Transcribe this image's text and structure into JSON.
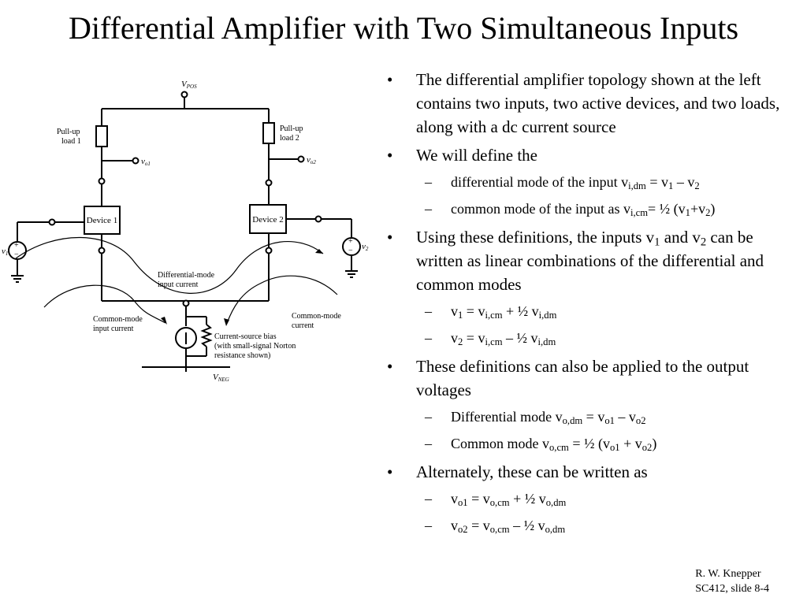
{
  "slide": {
    "title": "Differential Amplifier with Two Simultaneous Inputs",
    "footer": {
      "line1": "R. W. Knepper",
      "line2": "SC412, slide 8-4"
    }
  },
  "bullets": {
    "b1": "The differential amplifier topology shown at the left contains two inputs, two active devices, and two loads, along with a dc current source",
    "b2": "We will define the",
    "b2s1": {
      "pre": "differential mode of the input v",
      "s1": "i,dm",
      "mid": " = v",
      "s2": "1",
      "mid2": " – v",
      "s3": "2"
    },
    "b2s2": {
      "pre": "common mode of the input as v",
      "s1": "i,cm",
      "mid": "=  ½ (v",
      "s2": "1",
      "mid2": "+v",
      "s3": "2",
      "post": ")"
    },
    "b3": {
      "pre": "Using these definitions, the inputs v",
      "s1": "1",
      "mid": " and v",
      "s2": "2",
      "post": " can be written as linear combinations of the differential and common modes"
    },
    "b3s1": {
      "pre": "v",
      "s1": "1",
      "mid": " = v",
      "s2": "i,cm",
      "mid2": " + ½ v",
      "s3": "i,dm"
    },
    "b3s2": {
      "pre": "v",
      "s1": "2",
      "mid": " = v",
      "s2": "i,cm",
      "mid2": " – ½ v",
      "s3": "i,dm"
    },
    "b4": "These definitions can also be applied to the output voltages",
    "b4s1": {
      "pre": "Differential mode v",
      "s1": "o,dm",
      "mid": " = v",
      "s2": "o1",
      "mid2": " – v",
      "s3": "o2"
    },
    "b4s2": {
      "pre": "Common mode v",
      "s1": "o,cm",
      "mid": " = ½ (v",
      "s2": "o1",
      "mid2": " + v",
      "s3": "o2",
      "post": ")"
    },
    "b5": "Alternately, these can be written as",
    "b5s1": {
      "pre": "v",
      "s1": "o1",
      "mid": " = v",
      "s2": "o,cm",
      "mid2": " + ½ v",
      "s3": "o,dm"
    },
    "b5s2": {
      "pre": "v",
      "s1": "o2",
      "mid": " = v",
      "s2": "o,cm",
      "mid2": " – ½ v",
      "s3": "o,dm"
    }
  },
  "markers": {
    "bullet": "•",
    "dash": "–"
  },
  "diagram": {
    "vpos": "V",
    "vpos_sub": "POS",
    "vneg": "V",
    "vneg_sub": "NEG",
    "load1_l1": "Pull-up",
    "load1_l2": "load 1",
    "load2_l1": "Pull-up",
    "load2_l2": "load 2",
    "vo1": "v",
    "vo1_sub": "o1",
    "vo2": "v",
    "vo2_sub": "o2",
    "device1": "Device 1",
    "device2": "Device 2",
    "v1": "v",
    "v1_sub": "1",
    "v2": "v",
    "v2_sub": "2",
    "dm_l1": "Differential-mode",
    "dm_l2": "input current",
    "cm_left_l1": "Common-mode",
    "cm_left_l2": "input current",
    "cm_right_l1": "Common-mode",
    "cm_right_l2": "current",
    "cs_l1": "Current-source bias",
    "cs_l2": "(with small-signal Norton",
    "cs_l3": "resistance shown)",
    "plus": "+",
    "minus": "−"
  }
}
